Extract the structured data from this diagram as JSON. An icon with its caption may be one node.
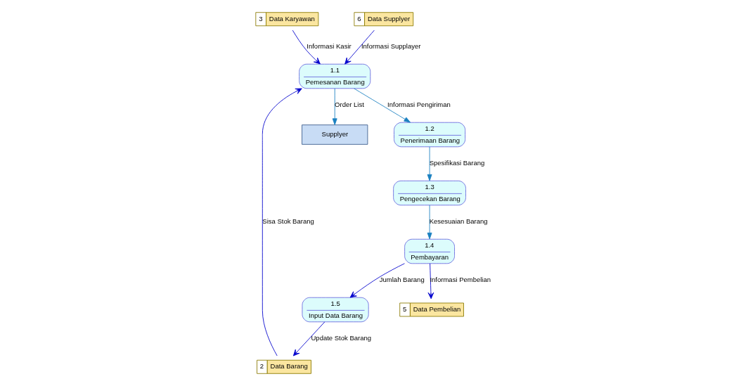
{
  "diagram": {
    "nodes": [
      {
        "text": [
          "3",
          "Data Karyawan"
        ]
      },
      {
        "text": [
          "Supplyer"
        ]
      },
      {
        "text": [
          "2",
          "Data Barang"
        ]
      },
      {
        "text": [
          "6",
          "Data Supplyer"
        ]
      },
      {
        "text": [
          "1.1",
          "Pemesanan Barang"
        ]
      },
      {
        "text": [
          "1.4",
          "Pembayaran"
        ]
      },
      {
        "text": [
          "1.5",
          "Input Data Barang"
        ]
      },
      {
        "text": [
          "1.2",
          "Penerimaan Barang"
        ]
      },
      {
        "text": [
          "5",
          "Data Pembelian"
        ]
      },
      {
        "text": [
          "1.3",
          "Pengecekan Barang"
        ]
      }
    ],
    "edges": [
      {
        "from": 0,
        "to": 4,
        "arrow": "to",
        "label": "Informasi Kasir"
      },
      {
        "from": 4,
        "to": 1,
        "arrow": "to",
        "label": "Order List",
        "color": "#1a80c0"
      },
      {
        "from": 2,
        "to": 4,
        "arrow": "to",
        "label": "Sisa Stok Barang"
      },
      {
        "from": 3,
        "to": 4,
        "arrow": "to",
        "label": "Informasi Supplayer"
      },
      {
        "from": 6,
        "to": 2,
        "arrow": "to",
        "label": "Update Stok Barang"
      },
      {
        "from": 5,
        "to": 6,
        "arrow": "to",
        "label": "Jumlah Barang"
      },
      {
        "from": 5,
        "to": 8,
        "arrow": "to",
        "label": "Informasi Pembelian"
      },
      {
        "from": 4,
        "to": 7,
        "arrow": "to",
        "label": "Informasi Pengiriman",
        "color": "#1a80c0"
      },
      {
        "from": 7,
        "to": 9,
        "arrow": "to",
        "label": "Spesifikasi Barang",
        "color": "#1a80c0"
      },
      {
        "from": 9,
        "to": 5,
        "arrow": "to",
        "label": "Kesesuaian Barang",
        "color": "#1a80c0"
      }
    ]
  }
}
